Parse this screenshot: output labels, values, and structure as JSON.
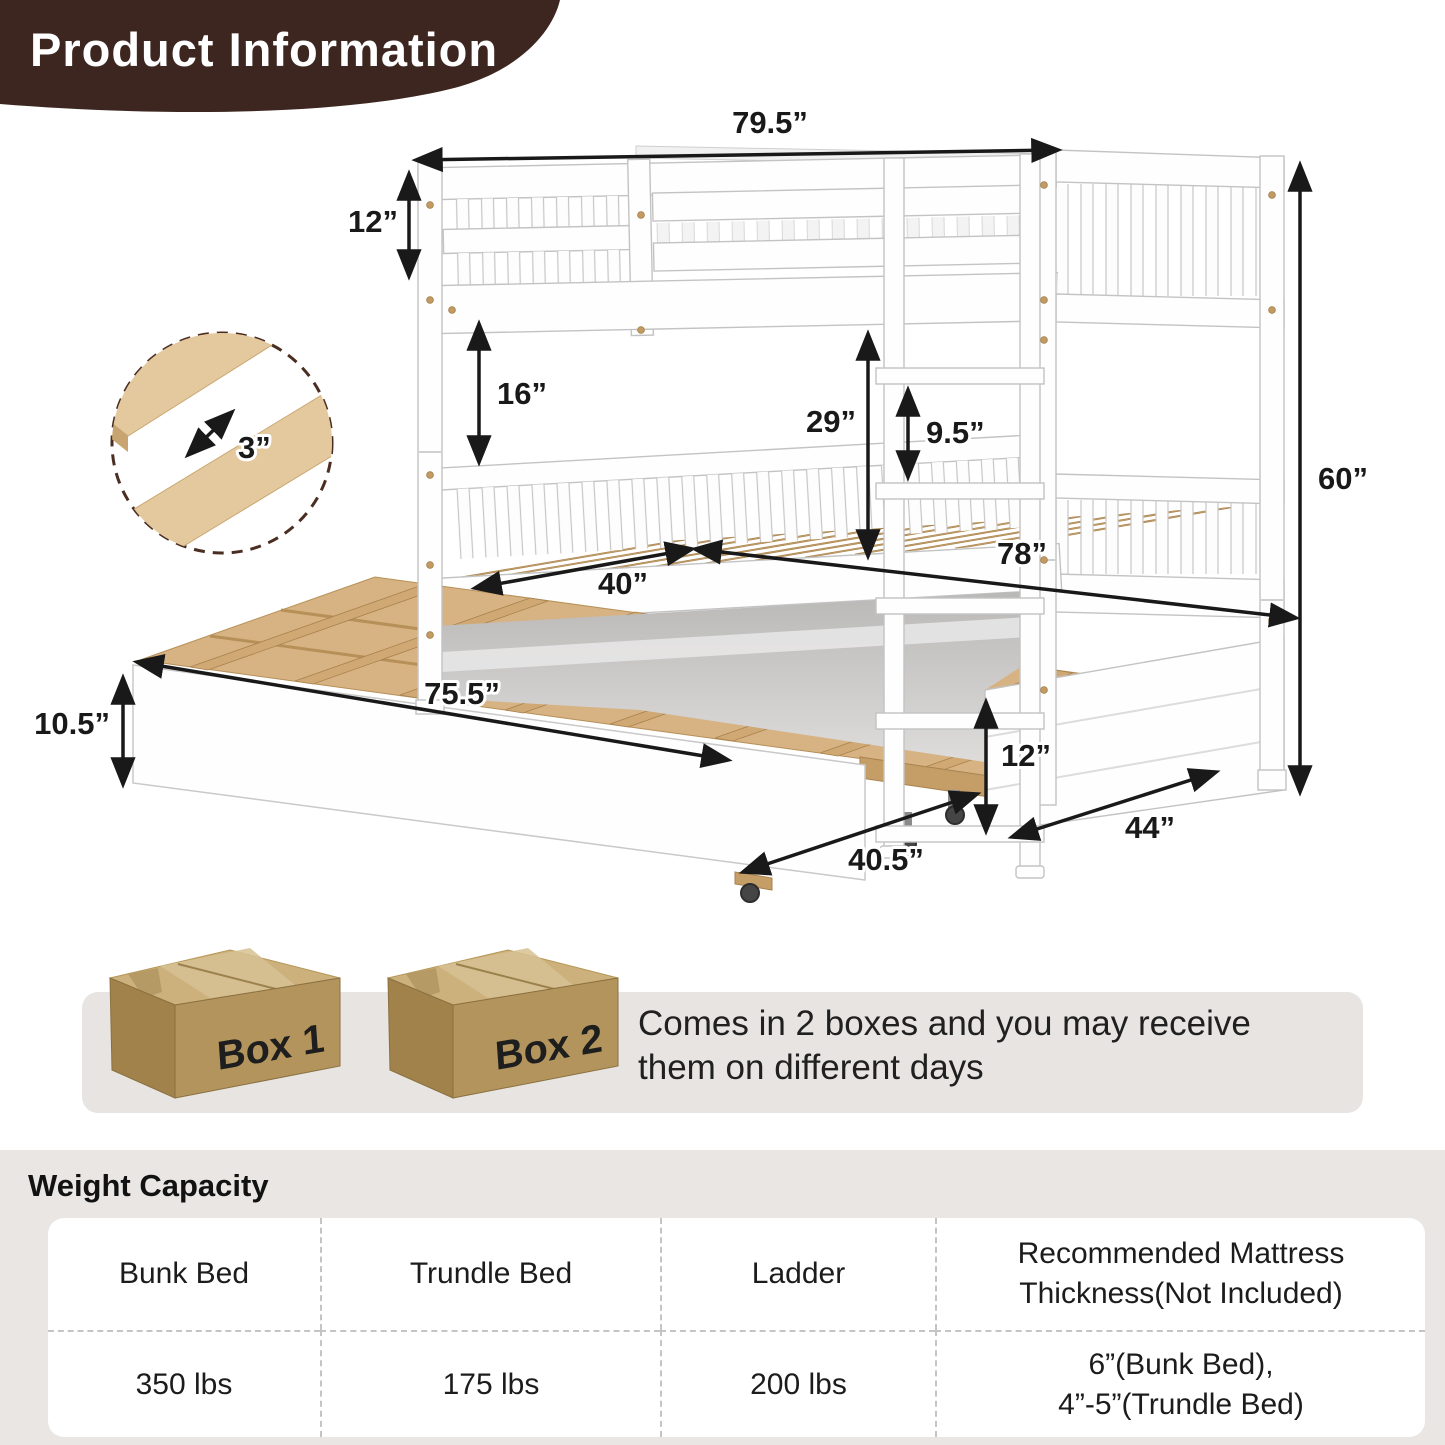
{
  "header": {
    "title": "Product Information"
  },
  "diagram": {
    "dimensions": {
      "length_top": "79.5”",
      "guardrail_height": "12”",
      "gap_height": "16”",
      "under_clearance": "29”",
      "ladder_rung_spacing": "9.5”",
      "total_height": "60”",
      "lower_bed_length": "78”",
      "lower_bed_width": "40”",
      "slat_gap": "3”",
      "trundle_length": "75.5”",
      "trundle_height": "10.5”",
      "base_height": "12”",
      "bed_depth": "44”",
      "trundle_width": "40.5”"
    }
  },
  "shipping": {
    "box1_label": "Box 1",
    "box2_label": "Box 2",
    "note_line1": "Comes in 2 boxes and you may receive",
    "note_line2": "them on different days"
  },
  "capacity_table": {
    "title": "Weight Capacity",
    "columns": [
      {
        "header": "Bunk Bed",
        "value": "350 lbs"
      },
      {
        "header": "Trundle Bed",
        "value": "175 lbs"
      },
      {
        "header": "Ladder",
        "value": "200 lbs"
      },
      {
        "header_line1": "Recommended Mattress",
        "header_line2": "Thickness(Not Included)",
        "value_line1": "6”(Bunk Bed),",
        "value_line2": "4”-5”(Trundle Bed)"
      }
    ]
  },
  "colors": {
    "header_brown": "#3d2620",
    "wood_slat": "#d8b184",
    "cardboard": "#b3945c",
    "panel_gray": "#e7e4e1",
    "annotation": "#191919"
  }
}
